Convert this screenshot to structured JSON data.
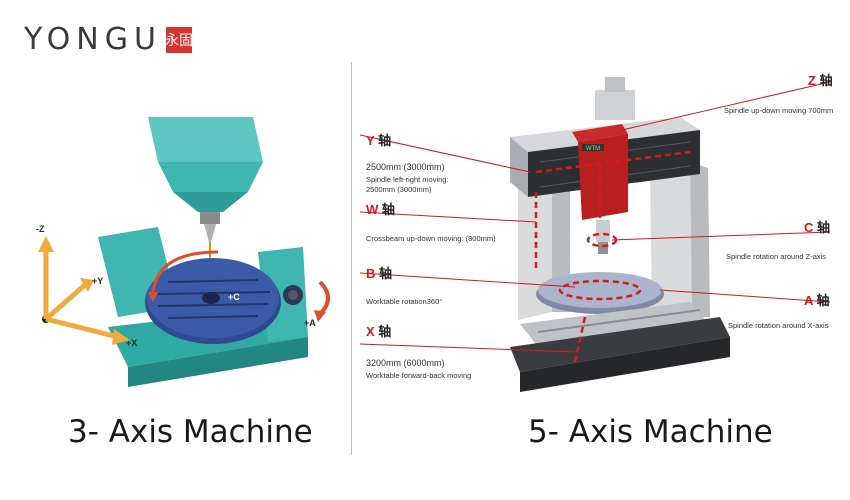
{
  "brand": {
    "name": "YONGU",
    "seal_text": "永固",
    "seal_color": "#d8332f"
  },
  "left_panel": {
    "caption": "3- Axis Machine",
    "axes": {
      "z": "-Z",
      "y": "+Y",
      "x": "+X",
      "c": "+C",
      "a": "+A"
    }
  },
  "right_panel": {
    "caption": "5- Axis Machine",
    "cn_axis": "轴",
    "machine_badge": "WTM",
    "axes": [
      {
        "key": "z",
        "name": "Z",
        "desc": [
          "Spindle up-down moving 700mm"
        ]
      },
      {
        "key": "y",
        "name": "Y",
        "desc": [
          "2500mm (3000mm)",
          "Spindle left-right moving:",
          "2500mm (3000mm)"
        ]
      },
      {
        "key": "w",
        "name": "W",
        "desc": [
          "Crossbeam up-down moving: (800mm)"
        ]
      },
      {
        "key": "c",
        "name": "C",
        "desc": [
          "Spindle rotation around Z-axis"
        ]
      },
      {
        "key": "b",
        "name": "B",
        "desc": [
          "Worktable rotation360°"
        ]
      },
      {
        "key": "a",
        "name": "A",
        "desc": [
          "Spindle rotation around X-axis"
        ]
      },
      {
        "key": "x",
        "name": "X",
        "desc": [
          "3200mm (6000mm)",
          "Worktable forward-back moving"
        ]
      }
    ]
  },
  "colors": {
    "teal": "#3fb6b0",
    "table": "#2f4a8f",
    "arrow_orange": "#f2a93b",
    "red": "#d21b1b",
    "gray": "#cfd2d4"
  }
}
